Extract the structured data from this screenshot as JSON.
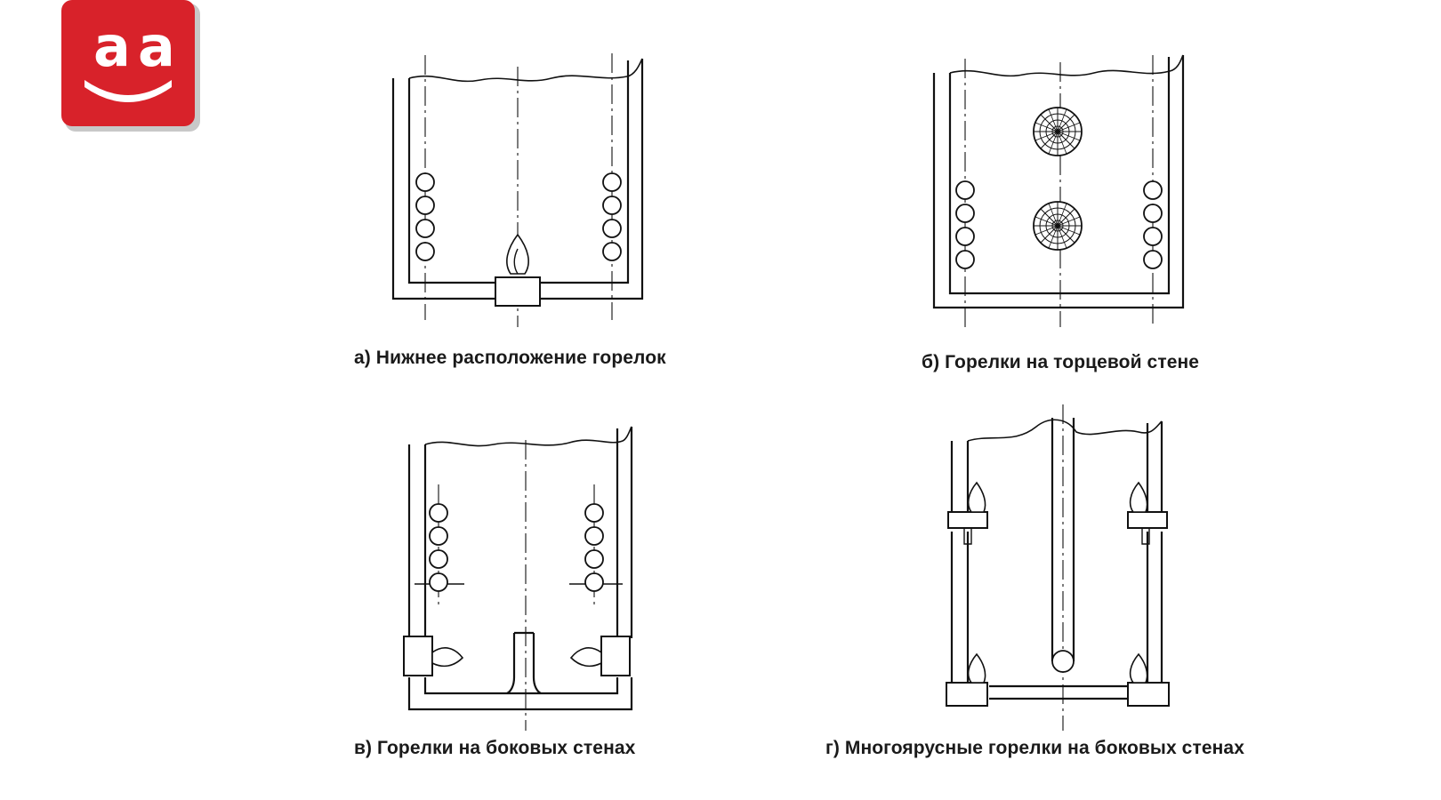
{
  "brand": {
    "logo_text": "a a",
    "logo_color": "#d8222a"
  },
  "captions": {
    "a": "а) Нижнее расположение горелок",
    "b": "б) Горелки на торцевой стене",
    "c": "в) Горелки на боковых стенах",
    "d": "г) Многоярусные горелки на боковых стенах"
  }
}
